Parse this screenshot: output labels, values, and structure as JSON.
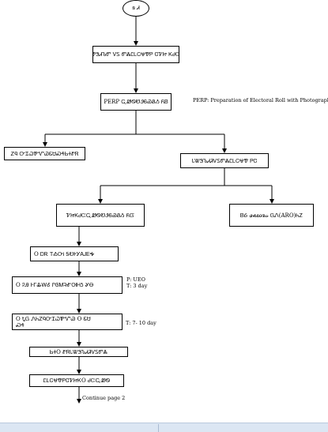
{
  "diagram": {
    "start_node": "ꞩ Ꮧ",
    "nodes": {
      "n1": "ᏈᏕᏗᏖᏛ ᏙᏚ ᏛᏜᏝᏞᏟᏠᏡᏢ ᏣᏤᏥ ᏦᏧᏨ",
      "n2": "PERP ᏩᏪᏫᏬᏭᏮᏯᏰᏱ  ᏲᏴ",
      "n3": "ᏃᏄ ᏅᏆᏇᏈᏉᏊᏋᏌᏍᏎᏏᏐᏑᏒ",
      "n4": "ᏓᏔᏕᏖᏗᏘᏙᏚᏛᏜᏝᏞᏟᏠᏡ ᏢᏣ",
      "n5": "ᏤᏥᏦᏧᏨᏩᏪᏫᏬᏭᏮᏯᏰᏱ ᏲᏳ",
      "n6": "ᏴᏵ ᏸᏹᏺᏻᏼᏽ ᏀᏁ(ARO)ᏂᏃ",
      "n7": "O  ᎠᎡ ᎢᎣᎤᎥ ᎦᎧᎨᎩᎪᎫᎬᎭ",
      "n8": "O  ᎮᎯ ᎰᎱᎲᎳᎴ ᎵᎶᎷᎸᎹᎺᎻᎼ ᎽᎾ",
      "n9a": "O  ᎿᏀ ᏁᏂᏃᏄᏅᏆᏇᏈᏉᏊ O  ᏋᏌ",
      "n9b": "ᏍᏎ",
      "n10": "ᏏᏐO  ᏑᏒᏓᏔᏕᏖᏗᏘᏙᏚᏛᏜ",
      "n11": "ᏝᏞᏟᏠᏡᏢᏣᏤᏥᏦO  ᏧᏨᏩᏪᏫ"
    },
    "notes": {
      "definition": "PERP: Preparation of Electoral Roll with Photograph",
      "step8_line1": "P: UEO",
      "step8_line2": "T: 3 day",
      "step9": "T: 7- 10 day",
      "continue": "Continue page 2"
    }
  }
}
